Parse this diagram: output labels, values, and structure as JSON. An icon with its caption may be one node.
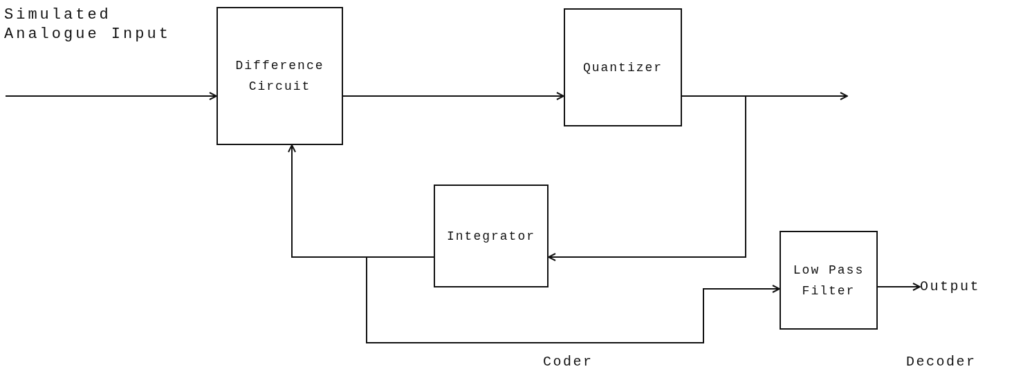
{
  "diagram": {
    "nodes": [
      {
        "text": [
          "Simulated Analogue Input"
        ]
      },
      {
        "text": [
          "Difference Circuit"
        ]
      },
      {
        "text": [
          "Quantizer"
        ]
      },
      {
        "text": [
          "Integrator"
        ]
      },
      {
        "text": [
          "Low Pass Filter"
        ]
      },
      {
        "text": [
          "Output"
        ]
      }
    ],
    "edges": [
      {
        "from": 0,
        "to": 1,
        "arrow": "to"
      },
      {
        "from": 1,
        "to": 2,
        "arrow": "to"
      },
      {
        "from": 2,
        "to": null,
        "arrow": "to"
      },
      {
        "from": 2,
        "to": 3,
        "arrow": "to"
      },
      {
        "from": 3,
        "to": 1,
        "arrow": "to"
      },
      {
        "from": 3,
        "to": 4,
        "arrow": "to"
      },
      {
        "from": 4,
        "to": 5,
        "arrow": "to"
      }
    ],
    "labels": [
      "Coder",
      "Decoder"
    ]
  }
}
